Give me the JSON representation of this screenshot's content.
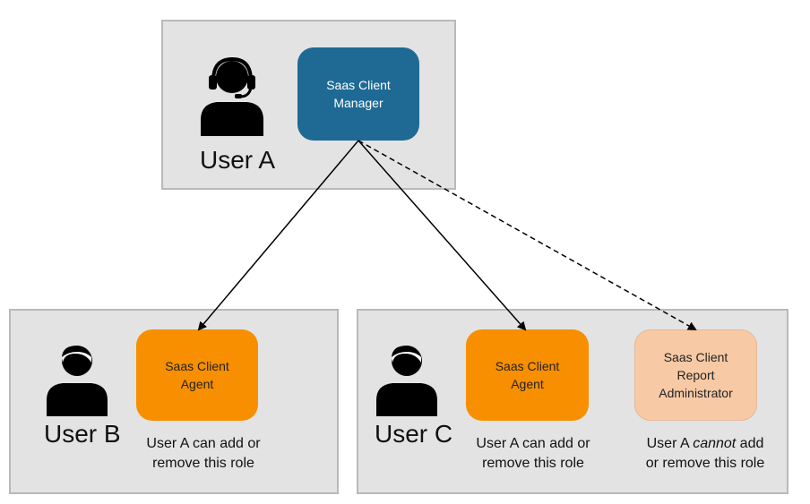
{
  "users": {
    "a": {
      "label": "User A"
    },
    "b": {
      "label": "User B"
    },
    "c": {
      "label": "User C"
    }
  },
  "roles": {
    "manager": {
      "label": "Saas Client\nManager",
      "color": "#1e6a94"
    },
    "agent_b": {
      "label": "Saas Client\nAgent",
      "color": "#f78f00"
    },
    "agent_c": {
      "label": "Saas Client\nAgent",
      "color": "#f78f00"
    },
    "report_admin": {
      "label": "Saas Client\nReport\nAdministrator",
      "color": "#f7c9a5"
    }
  },
  "notes": {
    "can_line1": "User A can add or",
    "can_line2": "remove this role",
    "cannot_prefix": "User A ",
    "cannot_emphasis": "cannot",
    "cannot_suffix": " add",
    "cannot_line2": "or remove this role"
  },
  "colors": {
    "group_background": "#e3e3e3",
    "group_border": "#b9b9b9",
    "connector": "#000000"
  },
  "icons": {
    "user_a": "headset-person-icon",
    "user_b": "person-icon",
    "user_c": "person-icon"
  },
  "connectors": [
    {
      "from": "Saas Client Manager",
      "to": "User B Saas Client Agent",
      "style": "solid"
    },
    {
      "from": "Saas Client Manager",
      "to": "User C Saas Client Agent",
      "style": "solid"
    },
    {
      "from": "Saas Client Manager",
      "to": "Saas Client Report Administrator",
      "style": "dashed"
    }
  ]
}
